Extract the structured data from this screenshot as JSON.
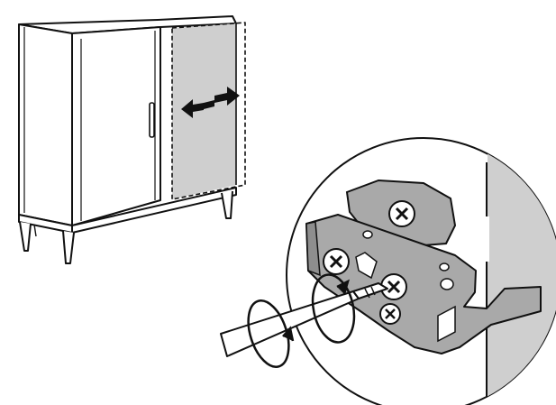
{
  "illustration": {
    "colors": {
      "line": "#111111",
      "background": "#ffffff",
      "door_fill": "#cfcfcf",
      "hinge_fill": "#a9a9a9",
      "hinge_dark": "#8e8e8e",
      "screw_fill": "#ffffff"
    },
    "icons": {
      "adjust_arrow": "double-arrow-left-right",
      "rotation": "rotation-arrow-ring",
      "tool": "screwdriver"
    }
  }
}
